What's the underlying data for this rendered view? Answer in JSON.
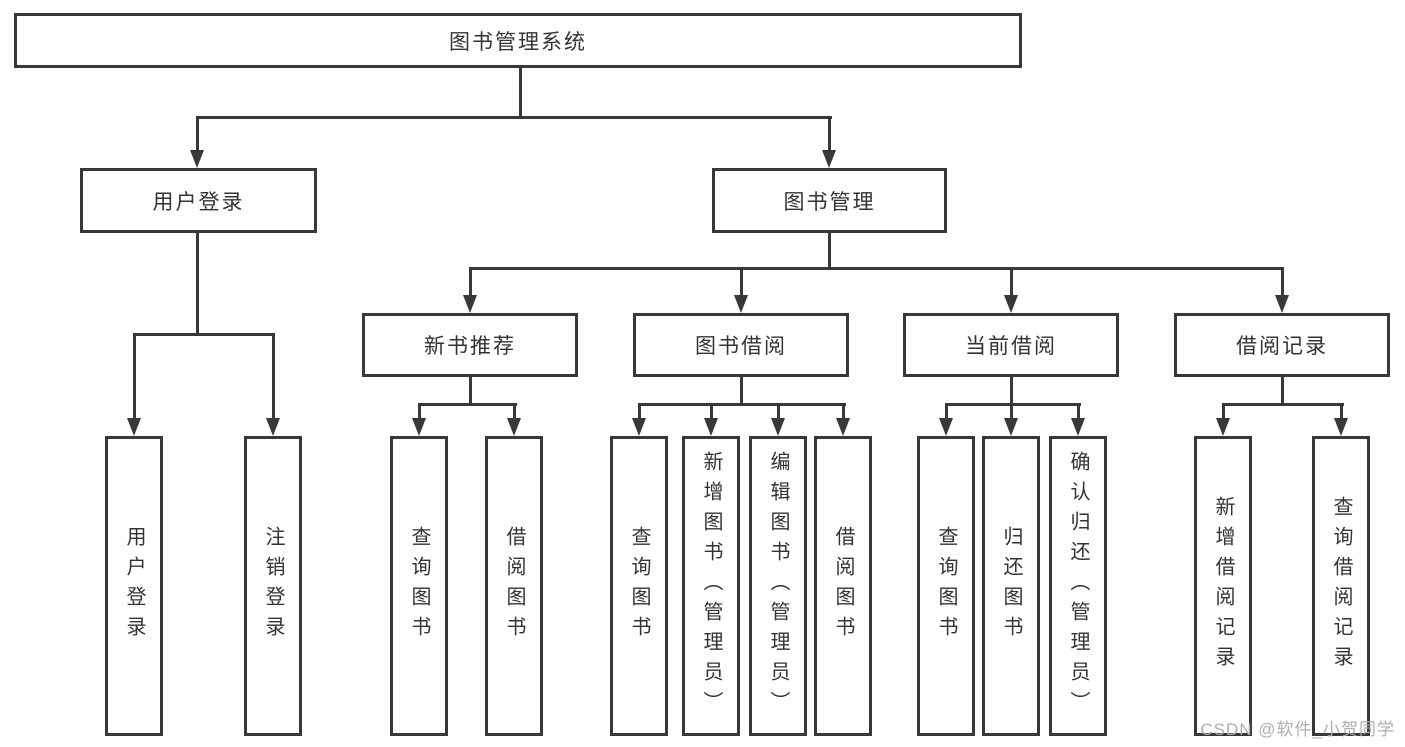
{
  "diagram": {
    "root": {
      "label": "图书管理系统"
    },
    "level2": {
      "user_login": {
        "label": "用户登录"
      },
      "book_mgmt": {
        "label": "图书管理"
      }
    },
    "user_login_children": {
      "login": {
        "label": "用户登录"
      },
      "logout": {
        "label": "注销登录"
      }
    },
    "level3": {
      "new_books": {
        "label": "新书推荐"
      },
      "borrowing": {
        "label": "图书借阅"
      },
      "current": {
        "label": "当前借阅"
      },
      "records": {
        "label": "借阅记录"
      }
    },
    "new_books_children": {
      "query": {
        "label": "查询图书"
      },
      "borrow": {
        "label": "借阅图书"
      }
    },
    "borrowing_children": {
      "query": {
        "label": "查询图书"
      },
      "add": {
        "label": "新增图书（管理员）"
      },
      "edit": {
        "label": "编辑图书（管理员）"
      },
      "borrow": {
        "label": "借阅图书"
      }
    },
    "current_children": {
      "query": {
        "label": "查询图书"
      },
      "return": {
        "label": "归还图书"
      },
      "confirm": {
        "label": "确认归还（管理员）"
      }
    },
    "records_children": {
      "add": {
        "label": "新增借阅记录"
      },
      "query": {
        "label": "查询借阅记录"
      }
    },
    "watermark": "CSDN @软件_小贺同学",
    "colors": {
      "line": "#383838",
      "text": "#333333",
      "watermark": "#aeaeae",
      "background": "#ffffff"
    }
  }
}
